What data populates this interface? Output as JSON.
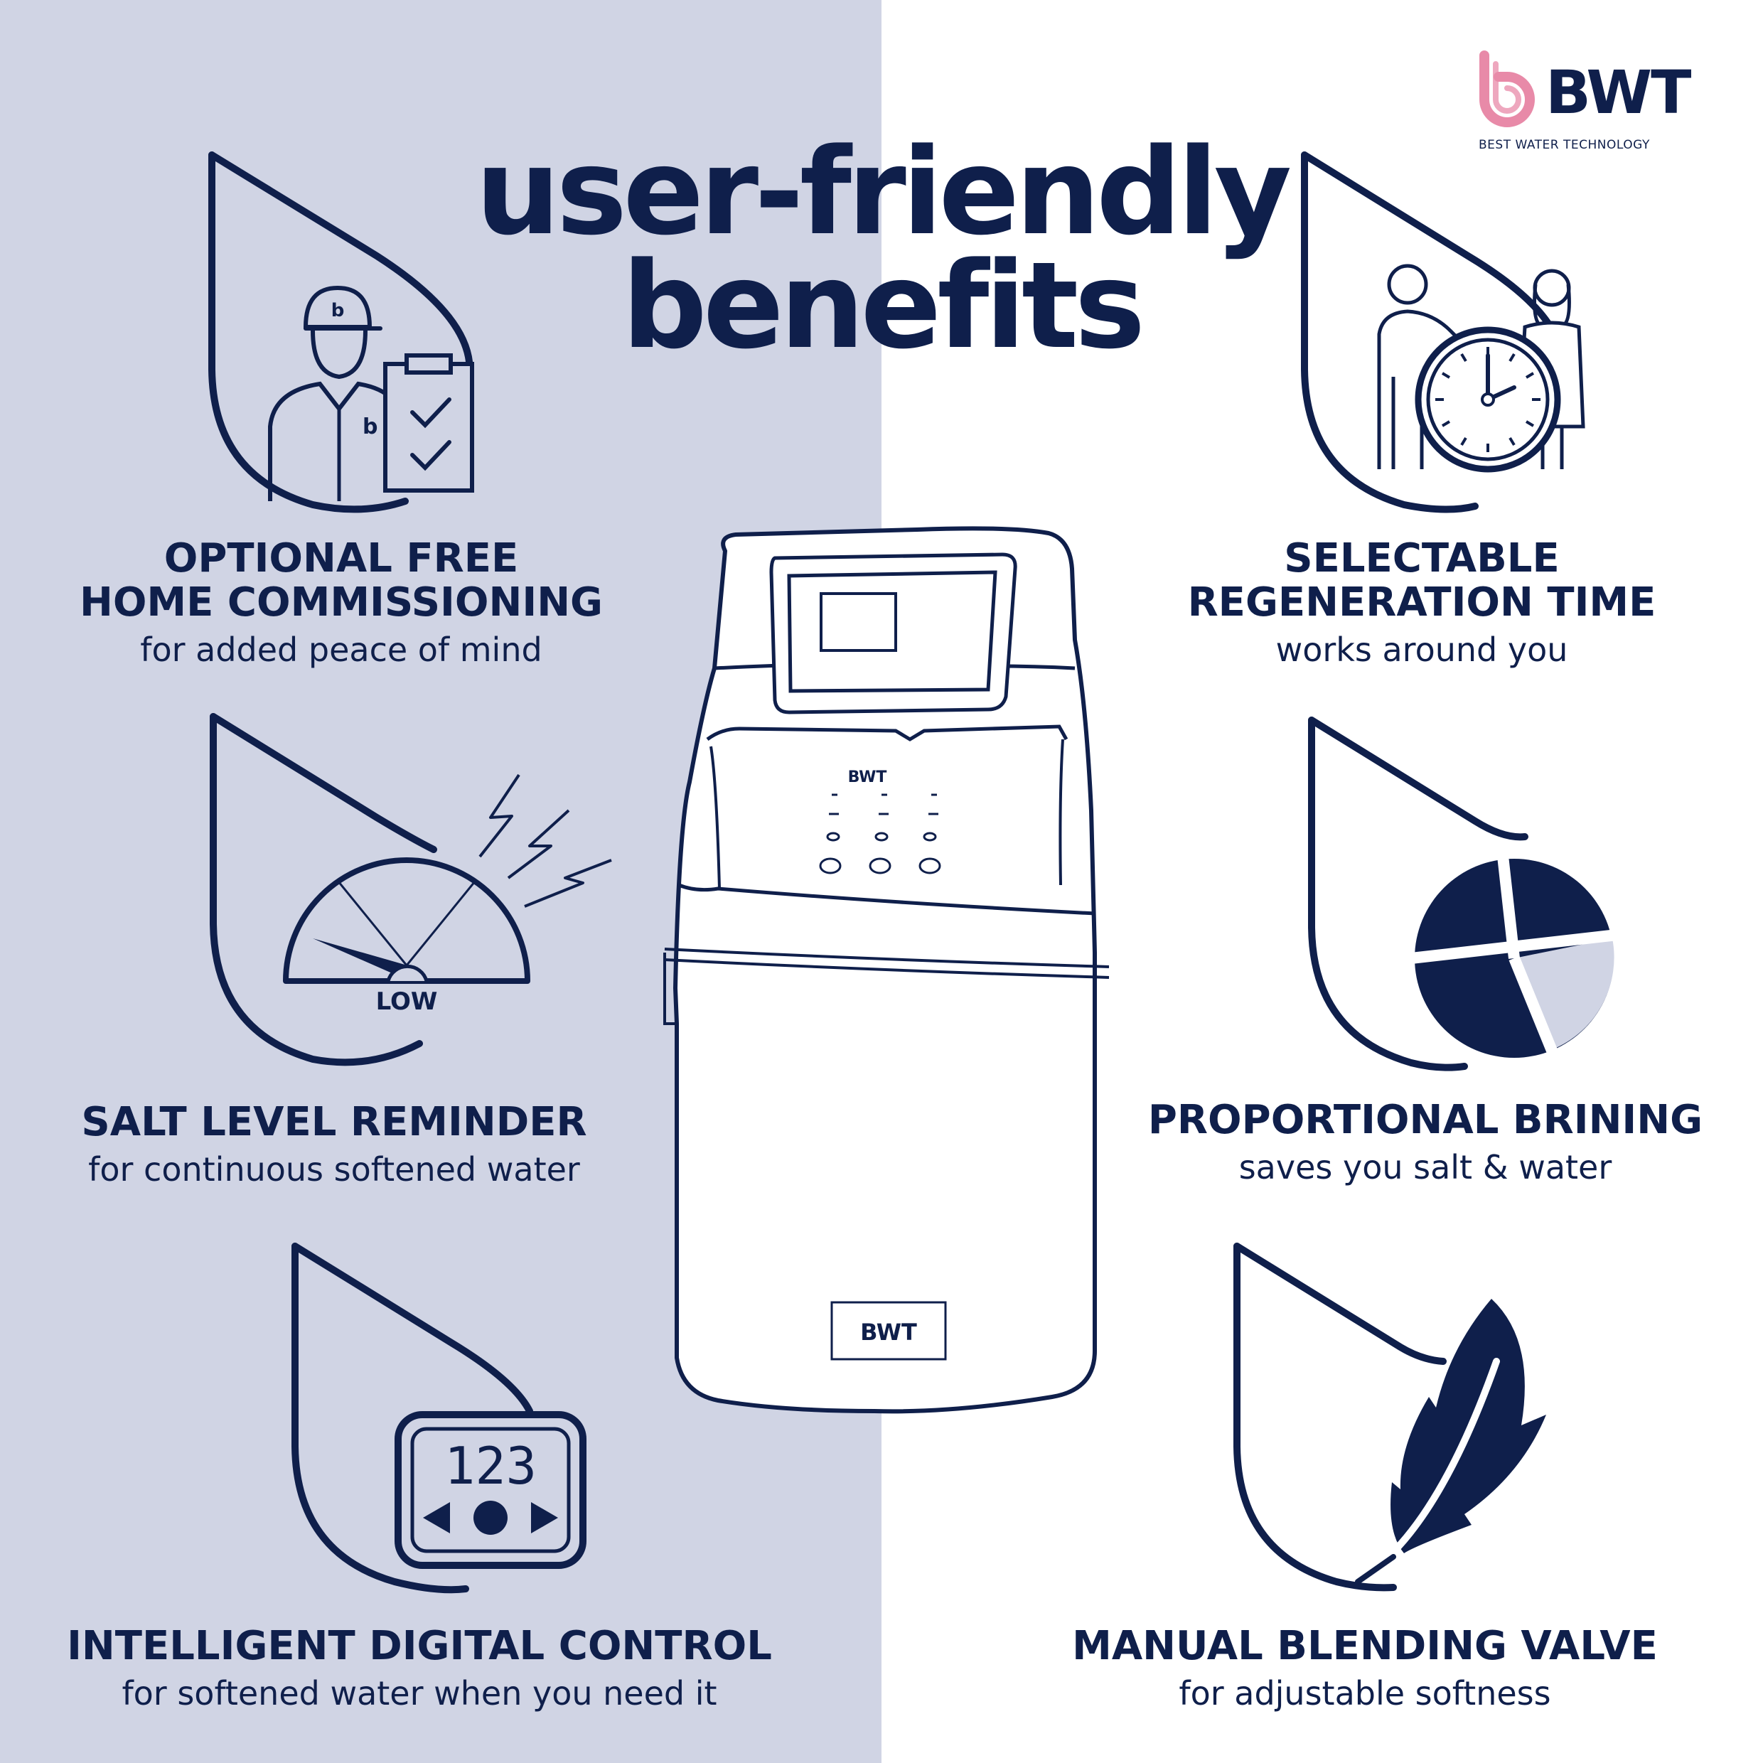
{
  "headline": {
    "line1": "user-friendly",
    "line2": "benefits"
  },
  "brand": {
    "name": "BWT",
    "tagline": "BEST WATER TECHNOLOGY",
    "panel_logo": "BWT",
    "front_logo": "BWT"
  },
  "features": [
    {
      "title": "OPTIONAL FREE\nHOME COMMISSIONING",
      "subtitle": "for added peace of mind",
      "icon": "technician-clipboard-icon"
    },
    {
      "title": "SELECTABLE\nREGENERATION TIME",
      "subtitle": "works around you",
      "icon": "family-clock-icon"
    },
    {
      "title": "SALT LEVEL REMINDER",
      "subtitle": "for continuous softened water",
      "icon": "salt-gauge-icon",
      "gauge_label": "LOW"
    },
    {
      "title": "PROPORTIONAL BRINING",
      "subtitle": "saves you salt & water",
      "icon": "pie-chart-icon"
    },
    {
      "title": "INTELLIGENT DIGITAL CONTROL",
      "subtitle": "for softened water when you need it",
      "icon": "digital-display-icon",
      "display_digits": "123"
    },
    {
      "title": "MANUAL BLENDING VALVE",
      "subtitle": "for adjustable softness",
      "icon": "feather-icon"
    }
  ],
  "colors": {
    "navy": "#0f1f4b",
    "left_background": "#d0d4e4",
    "right_background": "#ffffff",
    "logo_pink": "#e88aa8",
    "pie_light": "#d0d4e4"
  }
}
